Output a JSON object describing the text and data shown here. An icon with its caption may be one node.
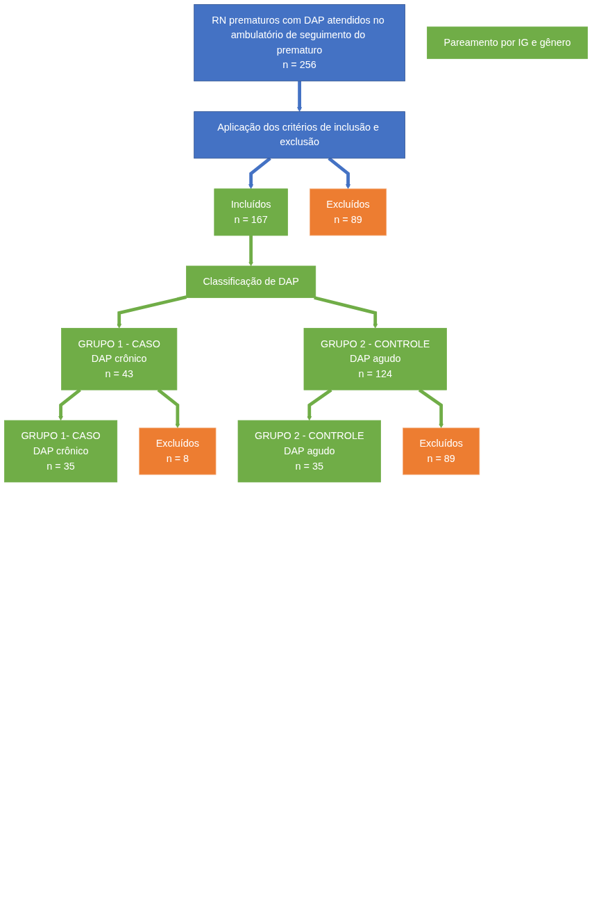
{
  "diagram": {
    "nodes": [
      {
        "text": [
          "RN prematuros com DAP atendidos no ambulatório de seguimento do prematuro",
          "n = 256"
        ]
      },
      {
        "text": [
          "Aplicação dos critérios de inclusão e exclusão"
        ]
      },
      {
        "text": [
          "Incluídos",
          "n = 167"
        ]
      },
      {
        "text": [
          "Excluídos",
          "n = 89"
        ]
      },
      {
        "text": [
          "Classificação de DAP"
        ]
      },
      {
        "text": [
          "GRUPO 1 - CASO",
          "DAP crônico",
          "n = 43"
        ]
      },
      {
        "text": [
          "GRUPO 2 - CONTROLE",
          "DAP agudo",
          "n = 124"
        ]
      },
      {
        "text": [
          "Pareamento por IG e gênero"
        ]
      },
      {
        "text": [
          "Excluídos",
          "n = 8"
        ]
      },
      {
        "text": [
          "Excluídos",
          "n = 89"
        ]
      },
      {
        "text": [
          "GRUPO 1- CASO",
          "DAP crônico",
          "n = 35"
        ]
      },
      {
        "text": [
          "GRUPO 2 - CONTROLE",
          "DAP agudo",
          "n = 35"
        ]
      }
    ],
    "edges": [
      {
        "from": 0,
        "to": 1,
        "arrow": "to",
        "color": "#4472c4"
      },
      {
        "from": 1,
        "to": 2,
        "arrow": "to",
        "color": "#4472c4"
      },
      {
        "from": 1,
        "to": 3,
        "arrow": "to",
        "color": "#4472c4"
      },
      {
        "from": 2,
        "to": 4,
        "arrow": "to"
      },
      {
        "from": 4,
        "to": 5,
        "arrow": "to"
      },
      {
        "from": 4,
        "to": 6,
        "arrow": "to"
      },
      {
        "from": 5,
        "to": 10,
        "arrow": "to"
      },
      {
        "from": 5,
        "to": 8,
        "arrow": "to"
      },
      {
        "from": 6,
        "to": 11,
        "arrow": "to"
      },
      {
        "from": 6,
        "to": 9,
        "arrow": "to"
      }
    ]
  }
}
